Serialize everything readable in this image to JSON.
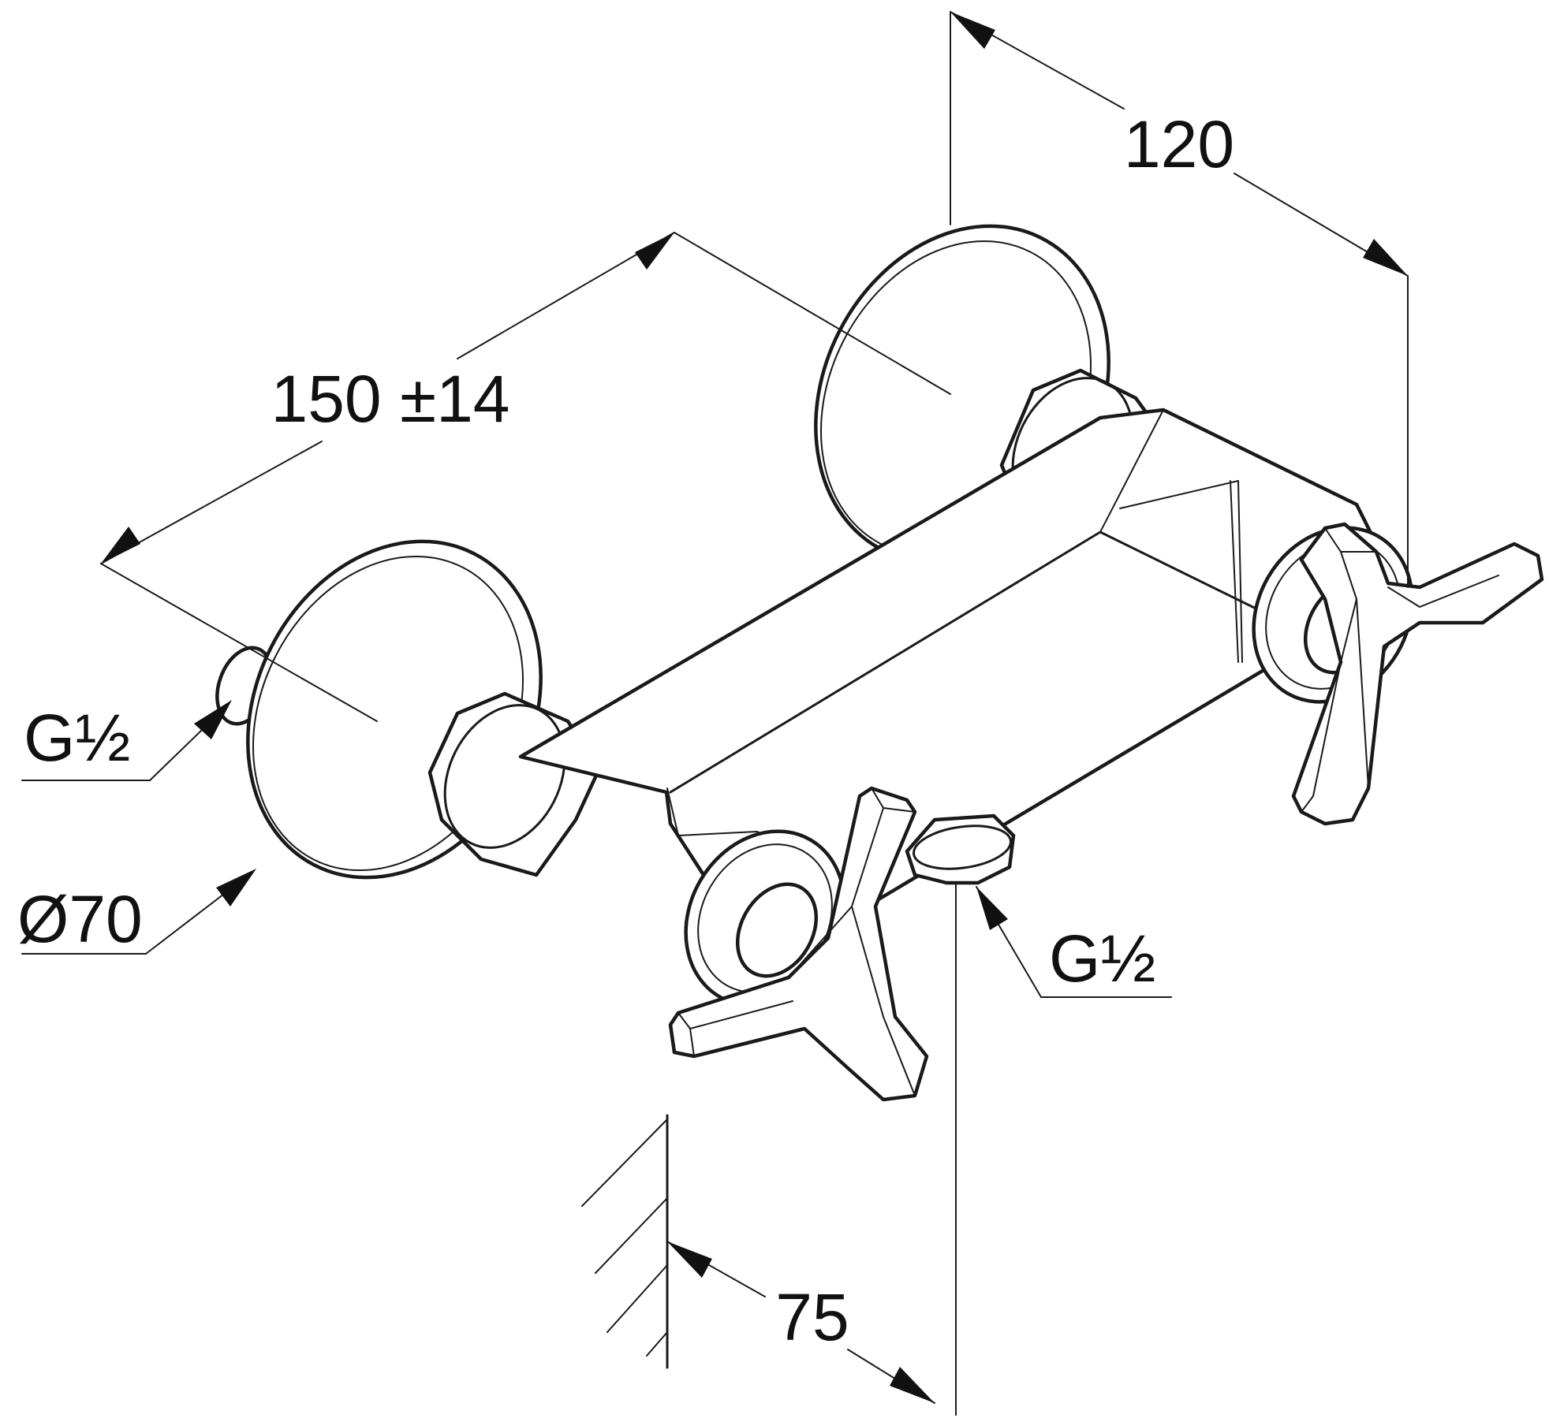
{
  "dimensions": {
    "depth_label": "120",
    "width_label": "150 ±14",
    "inlet_thread_label": "G½",
    "rosette_diameter_label": "Ø70",
    "outlet_thread_label": "G½",
    "wall_offset_label": "75"
  },
  "colors": {
    "line": "#1a1a1a",
    "background": "#ffffff"
  }
}
